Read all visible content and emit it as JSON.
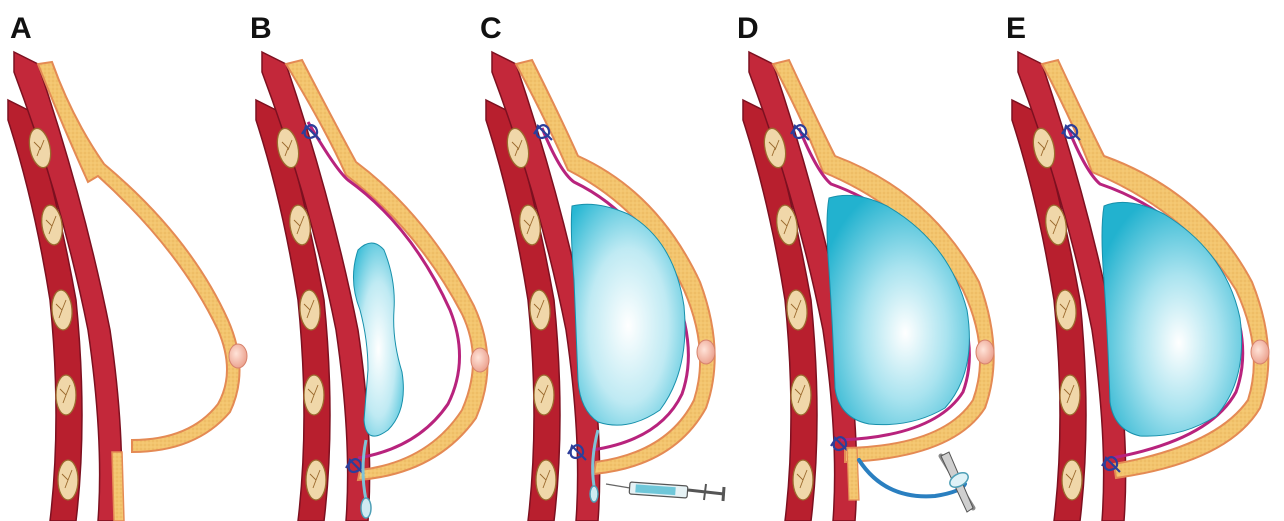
{
  "colors": {
    "muscle": "#b81f2e",
    "muscle_dark": "#7d1020",
    "rib": "#f0d7a9",
    "rib_line": "#9b6a2e",
    "skin": "#f3c56e",
    "skin_edge": "#e48a54",
    "capsule": "#b8237d",
    "implant": "#28b7d3",
    "implant_light": "#ffffff",
    "suture": "#2c3e9a",
    "nipple": "#f1a796"
  },
  "panels": [
    {
      "label": "A",
      "stage": "empty-pocket",
      "icons": []
    },
    {
      "label": "B",
      "stage": "expander-inserted",
      "icons": [
        "suture-icon",
        "suture-icon",
        "drain-icon"
      ]
    },
    {
      "label": "C",
      "stage": "expander-filled",
      "icons": [
        "suture-icon",
        "suture-icon",
        "drain-icon",
        "syringe-icon"
      ]
    },
    {
      "label": "D",
      "stage": "implant-exchange",
      "icons": [
        "suture-icon",
        "suture-icon",
        "cannula-icon",
        "scalpel-icon"
      ]
    },
    {
      "label": "E",
      "stage": "final-implant",
      "icons": [
        "suture-icon",
        "suture-icon"
      ]
    }
  ]
}
